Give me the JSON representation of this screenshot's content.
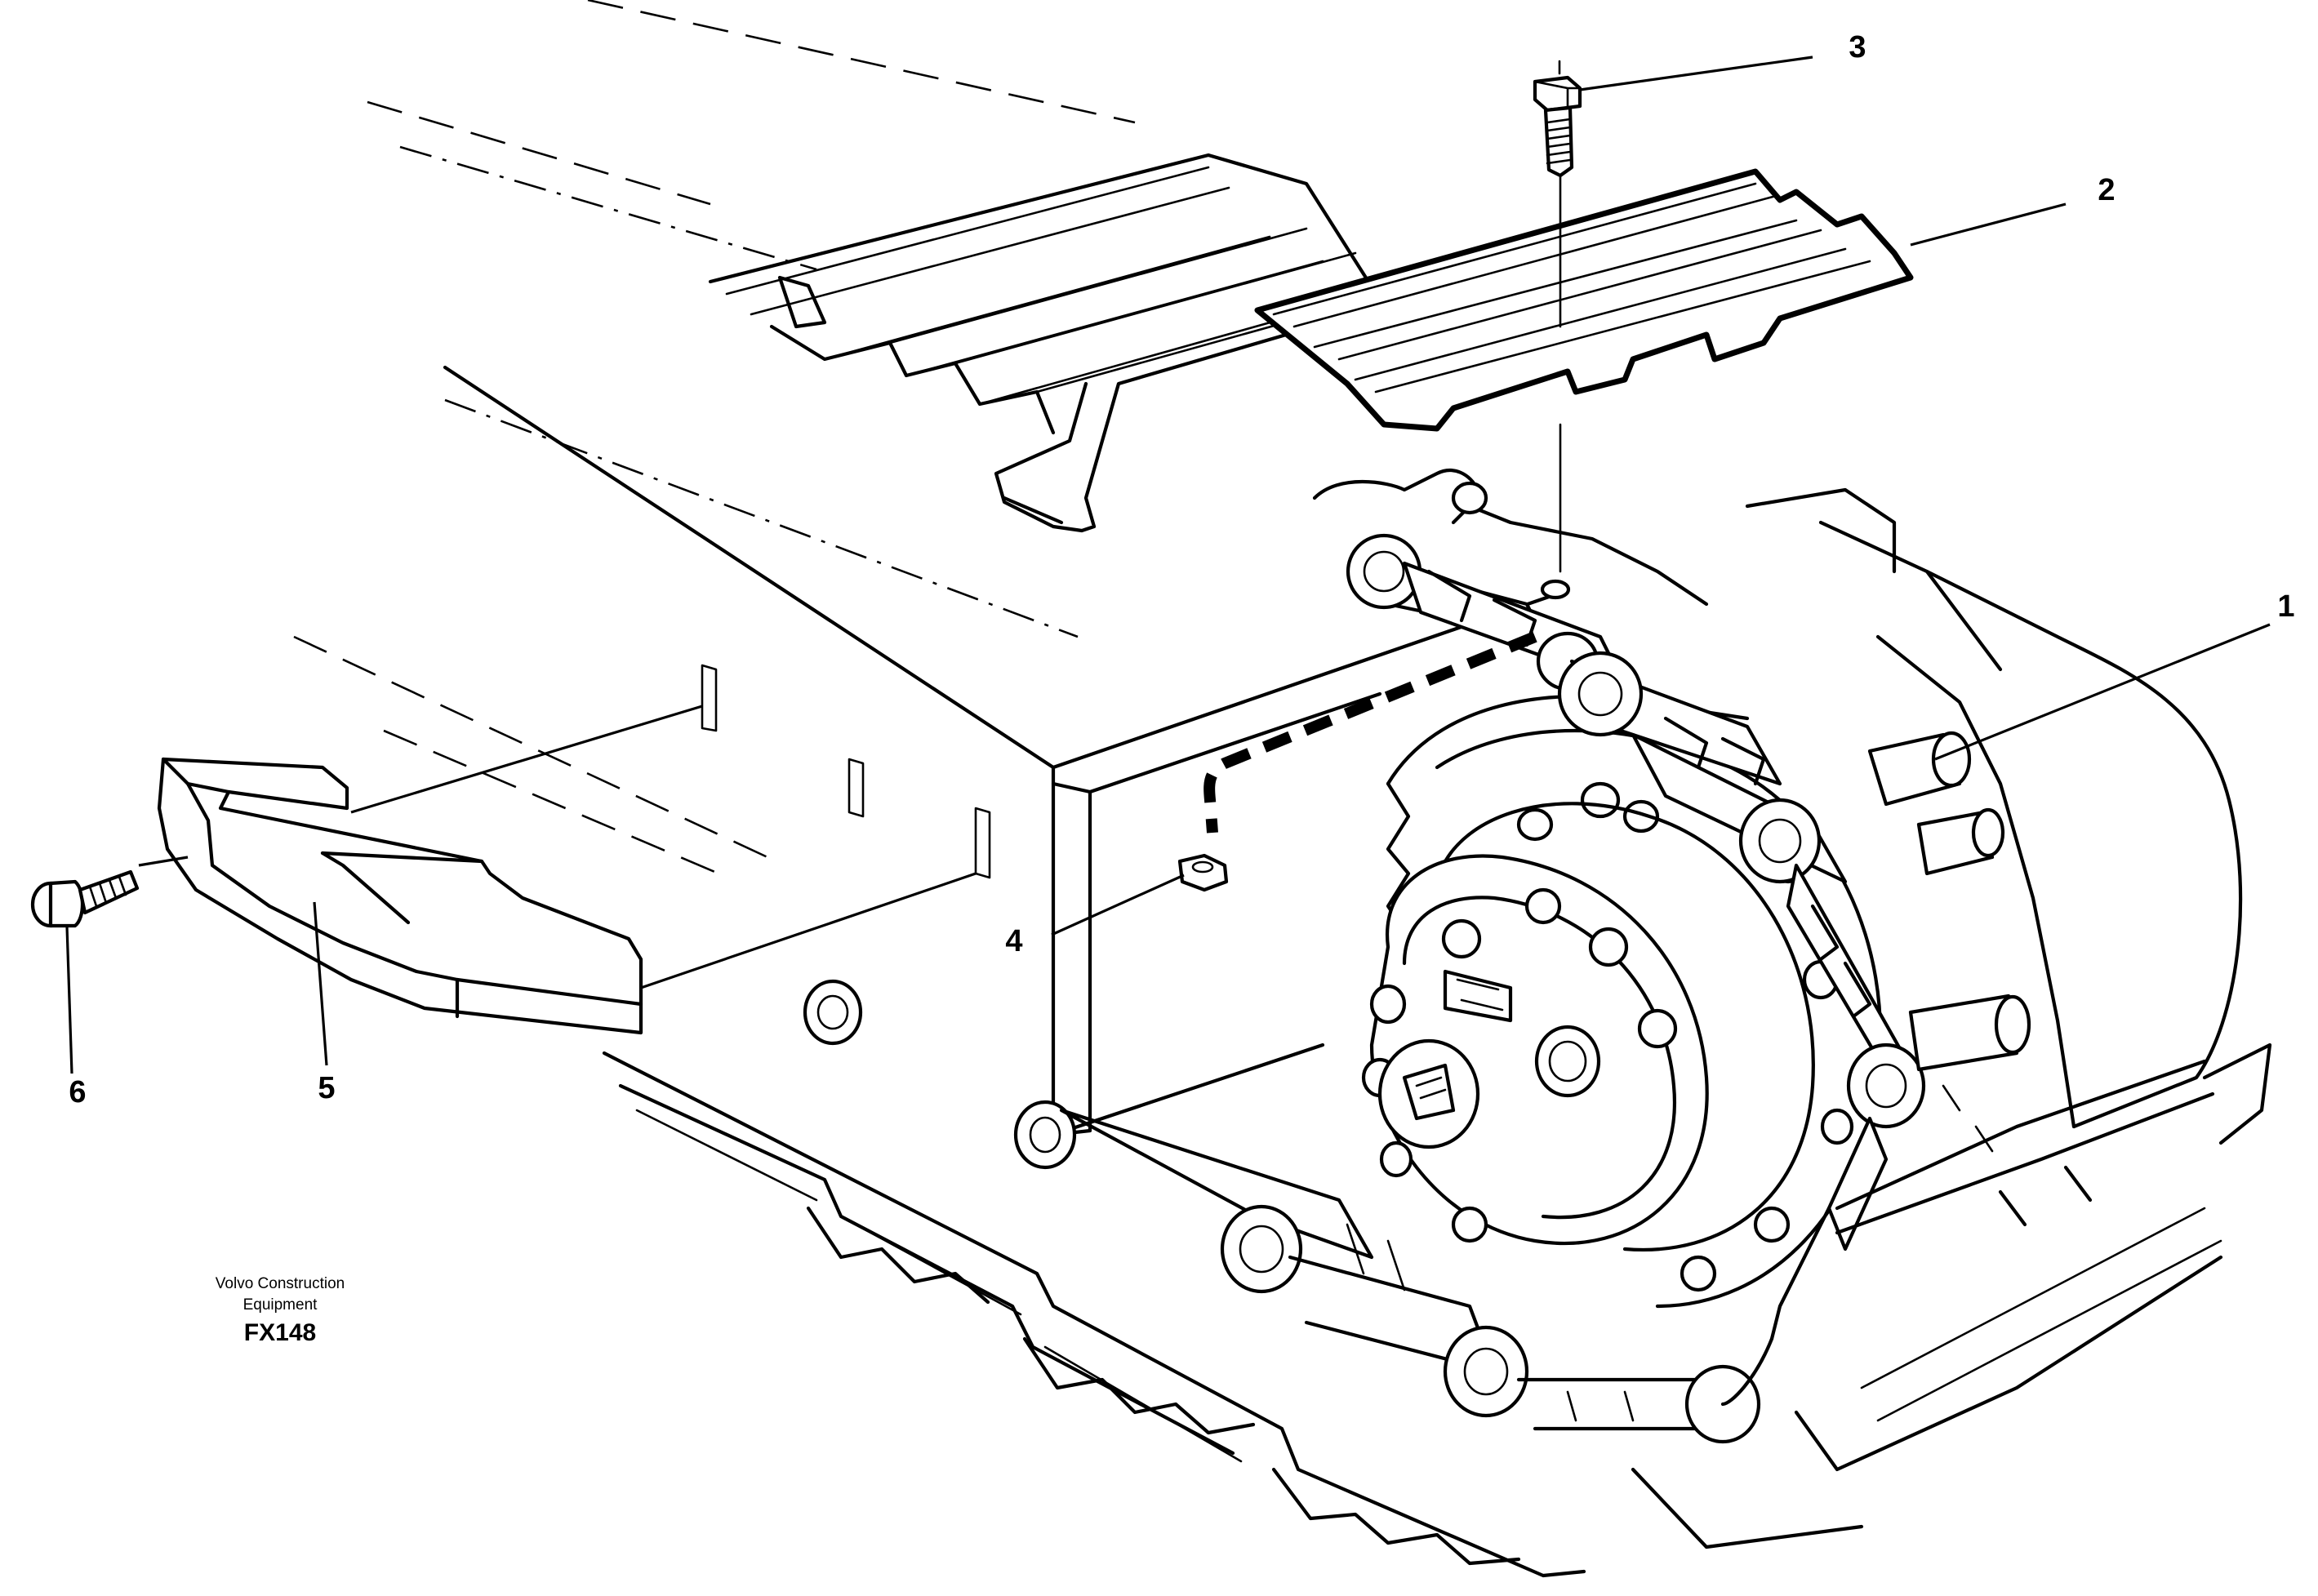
{
  "callouts": [
    {
      "id": "1",
      "label": "1"
    },
    {
      "id": "2",
      "label": "2"
    },
    {
      "id": "3",
      "label": "3"
    },
    {
      "id": "4",
      "label": "4"
    },
    {
      "id": "5",
      "label": "5"
    },
    {
      "id": "6",
      "label": "6"
    }
  ],
  "credit": {
    "line1": "Volvo Construction",
    "line2": "Equipment",
    "code": "FX148"
  },
  "colors": {
    "ink": "#000000",
    "paper": "#ffffff"
  }
}
